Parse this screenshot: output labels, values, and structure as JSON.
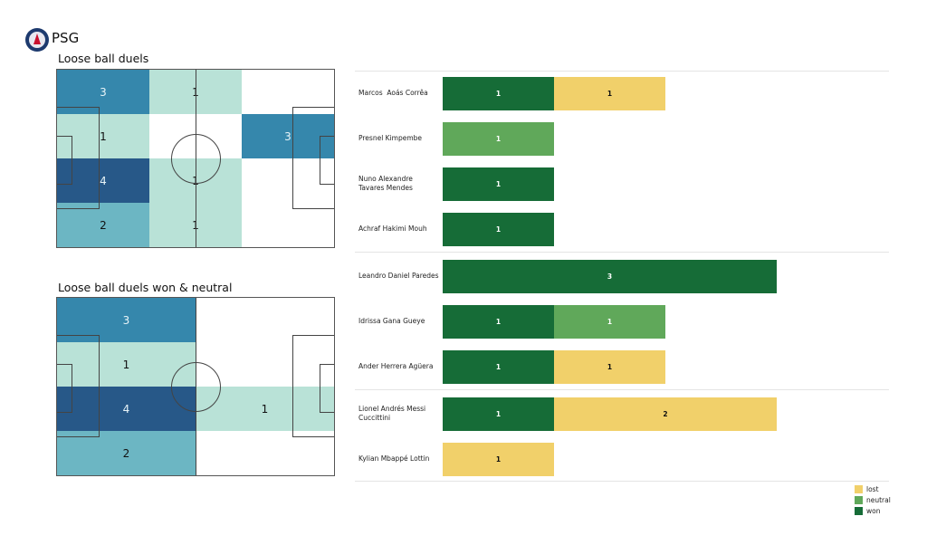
{
  "header": {
    "team": "PSG",
    "logo_icon": "psg-crest-icon"
  },
  "colors": {
    "won": "#166c37",
    "neutral": "#60a85a",
    "lost": "#f1d06a",
    "heat_4": "#275888",
    "heat_3": "#3587ac",
    "heat_2": "#6cb6c3",
    "heat_1": "#b9e2d7",
    "heat_0": "#ffffff"
  },
  "chart_data": [
    {
      "type": "heatmap",
      "title": "Loose ball duels",
      "grid": "3 columns x 4 rows over pitch",
      "cells": [
        {
          "row": 0,
          "col": 0,
          "value": 3
        },
        {
          "row": 0,
          "col": 1,
          "value": 1
        },
        {
          "row": 0,
          "col": 2,
          "value": 0
        },
        {
          "row": 1,
          "col": 0,
          "value": 1
        },
        {
          "row": 1,
          "col": 1,
          "value": 0
        },
        {
          "row": 1,
          "col": 2,
          "value": 3
        },
        {
          "row": 2,
          "col": 0,
          "value": 4
        },
        {
          "row": 2,
          "col": 1,
          "value": 1
        },
        {
          "row": 2,
          "col": 2,
          "value": 0
        },
        {
          "row": 3,
          "col": 0,
          "value": 2
        },
        {
          "row": 3,
          "col": 1,
          "value": 1
        },
        {
          "row": 3,
          "col": 2,
          "value": 0
        }
      ]
    },
    {
      "type": "heatmap",
      "title": "Loose ball duels won & neutral",
      "grid": "2 columns x 4 rows over pitch",
      "cells": [
        {
          "row": 0,
          "col": 0,
          "value": 3
        },
        {
          "row": 0,
          "col": 1,
          "value": 0
        },
        {
          "row": 1,
          "col": 0,
          "value": 1
        },
        {
          "row": 1,
          "col": 1,
          "value": 0
        },
        {
          "row": 2,
          "col": 0,
          "value": 4
        },
        {
          "row": 2,
          "col": 1,
          "value": 1
        },
        {
          "row": 3,
          "col": 0,
          "value": 2
        },
        {
          "row": 3,
          "col": 1,
          "value": 0
        }
      ]
    },
    {
      "type": "bar",
      "orientation": "horizontal-stacked",
      "categories": [
        "Marcos  Aoás Corrêa",
        "Presnel Kimpembe",
        "Nuno Alexandre Tavares Mendes",
        "Achraf Hakimi Mouh",
        "Leandro Daniel Paredes",
        "Idrissa Gana Gueye",
        "Ander Herrera Agüera",
        "Lionel Andrés Messi Cuccittini",
        "Kylian Mbappé Lottin"
      ],
      "series": [
        {
          "name": "won",
          "values": [
            1,
            0,
            1,
            1,
            3,
            1,
            1,
            1,
            0
          ]
        },
        {
          "name": "neutral",
          "values": [
            0,
            1,
            0,
            0,
            0,
            1,
            0,
            0,
            0
          ]
        },
        {
          "name": "lost",
          "values": [
            1,
            0,
            0,
            0,
            0,
            0,
            1,
            2,
            1
          ]
        }
      ],
      "legend": [
        "lost",
        "neutral",
        "won"
      ],
      "legend_position": "bottom-right",
      "xlim": [
        0,
        3
      ]
    }
  ],
  "pitch1": {
    "title": "Loose ball duels",
    "labels": [
      "3",
      "1",
      "",
      "1",
      "",
      "3",
      "4",
      "1",
      "",
      "2",
      "1",
      ""
    ]
  },
  "pitch2": {
    "title": "Loose ball duels won & neutral",
    "labels": [
      "3",
      "",
      "1",
      "",
      "4",
      "1",
      "2",
      ""
    ]
  },
  "players": [
    {
      "name": "Marcos  Aoás Corrêa",
      "segments": [
        {
          "type": "won",
          "label": "1"
        },
        {
          "type": "lost",
          "label": "1"
        }
      ]
    },
    {
      "name": "Presnel Kimpembe",
      "segments": [
        {
          "type": "neutral",
          "label": "1"
        }
      ]
    },
    {
      "name": "Nuno Alexandre\nTavares Mendes",
      "segments": [
        {
          "type": "won",
          "label": "1"
        }
      ]
    },
    {
      "name": "Achraf Hakimi Mouh",
      "segments": [
        {
          "type": "won",
          "label": "1"
        }
      ]
    },
    {
      "name": "Leandro Daniel Paredes",
      "segments": [
        {
          "type": "won",
          "label": "3"
        }
      ]
    },
    {
      "name": "Idrissa Gana Gueye",
      "segments": [
        {
          "type": "won",
          "label": "1"
        },
        {
          "type": "neutral",
          "label": "1"
        }
      ]
    },
    {
      "name": "Ander Herrera Agüera",
      "segments": [
        {
          "type": "won",
          "label": "1"
        },
        {
          "type": "lost",
          "label": "1"
        }
      ]
    },
    {
      "name": "Lionel Andrés Messi\nCuccittini",
      "segments": [
        {
          "type": "won",
          "label": "1"
        },
        {
          "type": "lost",
          "label": "2"
        }
      ]
    },
    {
      "name": "Kylian Mbappé Lottin",
      "segments": [
        {
          "type": "lost",
          "label": "1"
        }
      ]
    }
  ],
  "legend": {
    "lost": "lost",
    "neutral": "neutral",
    "won": "won"
  }
}
